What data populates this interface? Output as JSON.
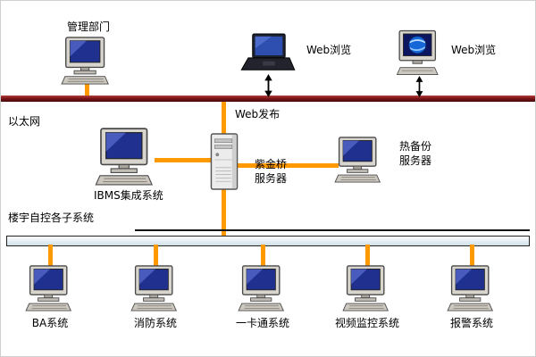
{
  "diagram": {
    "ethernet_section": {
      "management_label": "管理部门",
      "web_browse_left_label": "Web浏览",
      "web_browse_right_label": "Web浏览",
      "ethernet_label": "以太网",
      "web_publish_label": "Web发布"
    },
    "server_section": {
      "ibms_label": "IBMS集成系统",
      "zijinqiao_server_label_line1": "紫金桥",
      "zijinqiao_server_label_line2": "服务器",
      "hot_backup_label_line1": "热备份",
      "hot_backup_label_line2": "服务器"
    },
    "subsystem_section": {
      "section_label": "楼宇自控各子系统",
      "systems": [
        "BA系统",
        "消防系统",
        "一卡通系统",
        "视频监控系统",
        "报警系统"
      ]
    },
    "colors": {
      "connector": "#ff9900",
      "ethernet": "#7d1418",
      "bus_fill": "#cfdfe8",
      "screen_blue": "#20308f"
    }
  }
}
